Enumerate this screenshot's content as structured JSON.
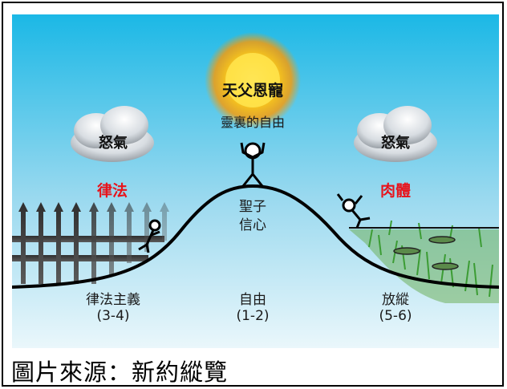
{
  "diagram": {
    "sun_label": "天父恩寵",
    "top_freedom": "靈裏的自由",
    "left_cloud": "怒氣",
    "right_cloud": "怒氣",
    "left_red": "律法",
    "right_red": "肉體",
    "center_upper": "聖子",
    "center_lower": "信心",
    "left_bottom": "律法主義",
    "left_bottom_ref": "(3-4)",
    "center_bottom": "自由",
    "center_bottom_ref": "(1-2)",
    "right_bottom": "放縱",
    "right_bottom_ref": "(5-6)"
  },
  "caption": "圖片來源：新約縱覽",
  "colors": {
    "sky_top": "#1bb8e6",
    "sky_bottom": "#eaf7fb",
    "red_text": "#e8131b",
    "grass": "#3c9c34"
  }
}
